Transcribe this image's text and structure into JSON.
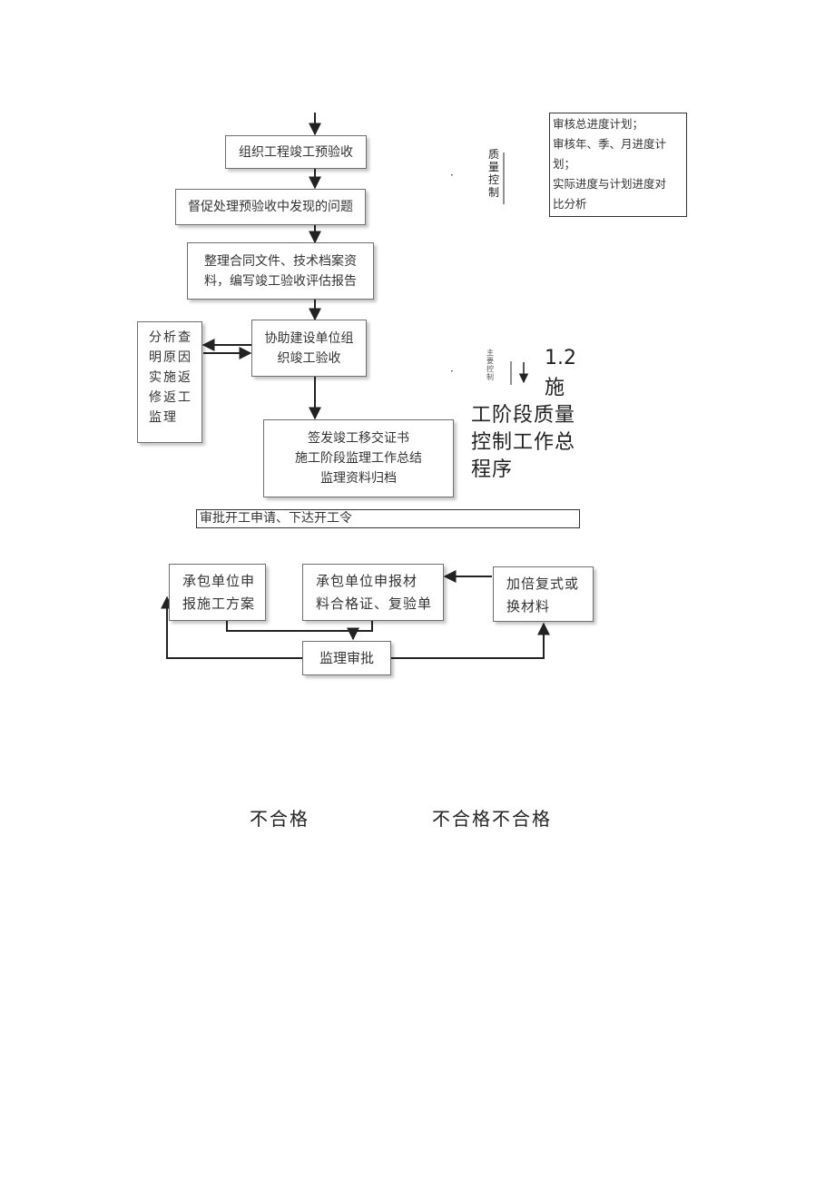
{
  "flow_top": {
    "organize_pre_acceptance": "组织工程竣工预验收",
    "urge_fix_issues": "督促处理预验收中发现的问题",
    "compile_docs_line1": "整理合同文件、技术档案资",
    "compile_docs_line2": "料，编写竣工验收评估报告",
    "assist_acceptance_line1": "协助建设单位组",
    "assist_acceptance_line2": "织竣工验收",
    "analyze_line1": "分析查",
    "analyze_line2": "明原因",
    "analyze_line3": "实施返",
    "analyze_line4": "修返工",
    "analyze_line5": "监理",
    "final_line1": "签发竣工移交证书",
    "final_line2": "施工阶段监理工作总结",
    "final_line3": "监理资料归档"
  },
  "schedule_box": {
    "line1": "审核总进度计划；",
    "line2": "审核年、季、月进度计",
    "line3": "划；",
    "line4": "实际进度与计划进度对",
    "line5": "比分析"
  },
  "vertical_label_quality": "质量控制",
  "vertical_label_small": "主要控制",
  "stray_marks": {
    "dot1": "·",
    "dot2": "·"
  },
  "section_heading": {
    "number": "1.2",
    "line1": "施",
    "line2": "工阶段质量",
    "line3": "控制工作总",
    "line4": "程序"
  },
  "start_bar": "审批开工申请、下达开工令",
  "flow_bottom": {
    "contractor_plan_line1": "承包单位申",
    "contractor_plan_line2": "报施工方案",
    "contractor_material_line1": "承包单位申报材",
    "contractor_material_line2": "料合格证、复验单",
    "double_test_line1": "加倍复式或",
    "double_test_line2": "换材料",
    "supervisor_approval": "监理审批"
  },
  "unqualified_labels": {
    "left": "不合格",
    "right": "不合格不合格"
  }
}
